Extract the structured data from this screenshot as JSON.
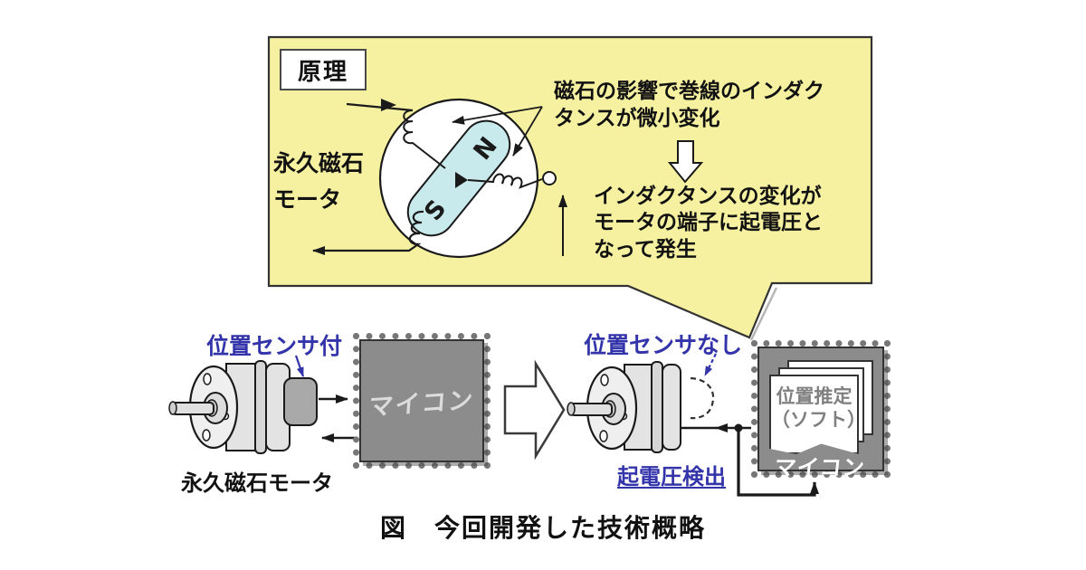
{
  "colors": {
    "bubble_fill": "#F6F1A1",
    "magnet_fill": "#C9EAEC",
    "label_blue": "#3333AA",
    "chip_gray": "#8C8C8C",
    "line_black": "#1A1A1A"
  },
  "principle_box": {
    "label": "原理"
  },
  "bubble": {
    "motor_label_lines": [
      "永久磁石",
      "モータ"
    ],
    "cause_lines": [
      "磁石の影響で巻線のインダク",
      "タンスが微小変化"
    ],
    "effect_lines": [
      "インダクタンスの変化が",
      "モータの端子に起電圧と",
      "なって発生"
    ],
    "magnet_n": "N",
    "magnet_s": "S"
  },
  "before": {
    "sensor_label": "位置センサ付",
    "motor_caption": "永久磁石モータ",
    "chip_label": "マイコン"
  },
  "after": {
    "sensor_label": "位置センサなし",
    "emf_label": "起電圧検出",
    "software_lines": [
      "位置推定",
      "（ソフト）"
    ],
    "chip_label": "マイコン"
  },
  "caption": "図　今回開発した技術概略"
}
